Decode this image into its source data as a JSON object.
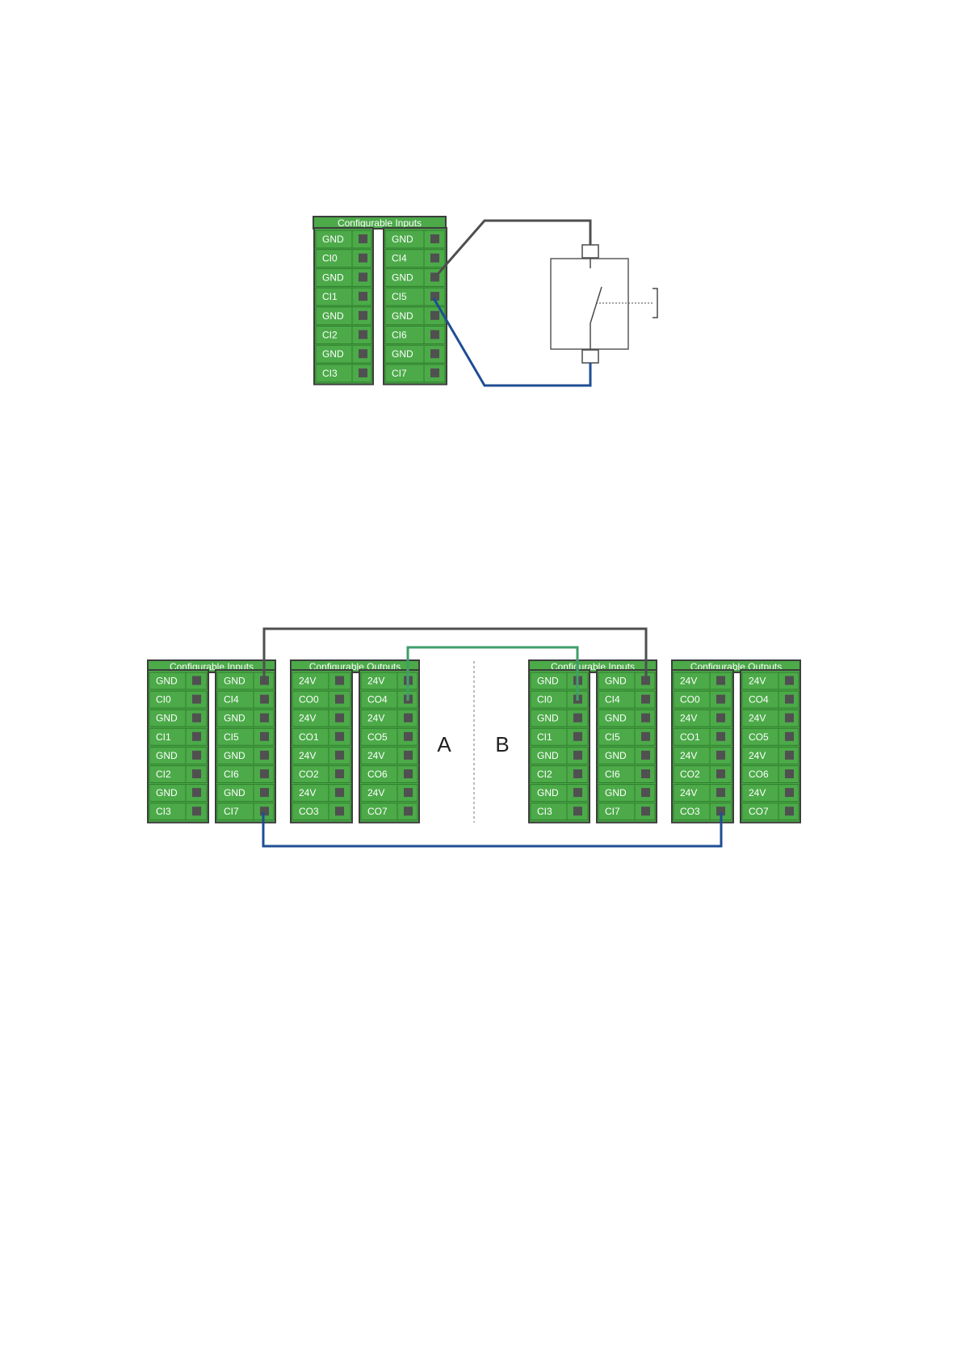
{
  "colors": {
    "block_green": "#4caa49",
    "block_border": "#3d3d3d",
    "terminal_square": "#505050",
    "wire_gray": "#4f4f4f",
    "wire_blue": "#1f4e94",
    "wire_green": "#3f9e6b"
  },
  "blocks": {
    "inputs_title": "Configurable Inputs",
    "outputs_title": "Configurable Outputs",
    "inputs_left": [
      "GND",
      "CI0",
      "GND",
      "CI1",
      "GND",
      "CI2",
      "GND",
      "CI3"
    ],
    "inputs_right": [
      "GND",
      "CI4",
      "GND",
      "CI5",
      "GND",
      "CI6",
      "GND",
      "CI7"
    ],
    "outputs_left": [
      "24V",
      "CO0",
      "24V",
      "CO1",
      "24V",
      "CO2",
      "24V",
      "CO3"
    ],
    "outputs_right": [
      "24V",
      "CO4",
      "24V",
      "CO5",
      "24V",
      "CO6",
      "24V",
      "CO7"
    ]
  },
  "bottom_diagram": {
    "side_a_label": "A",
    "side_b_label": "B"
  }
}
